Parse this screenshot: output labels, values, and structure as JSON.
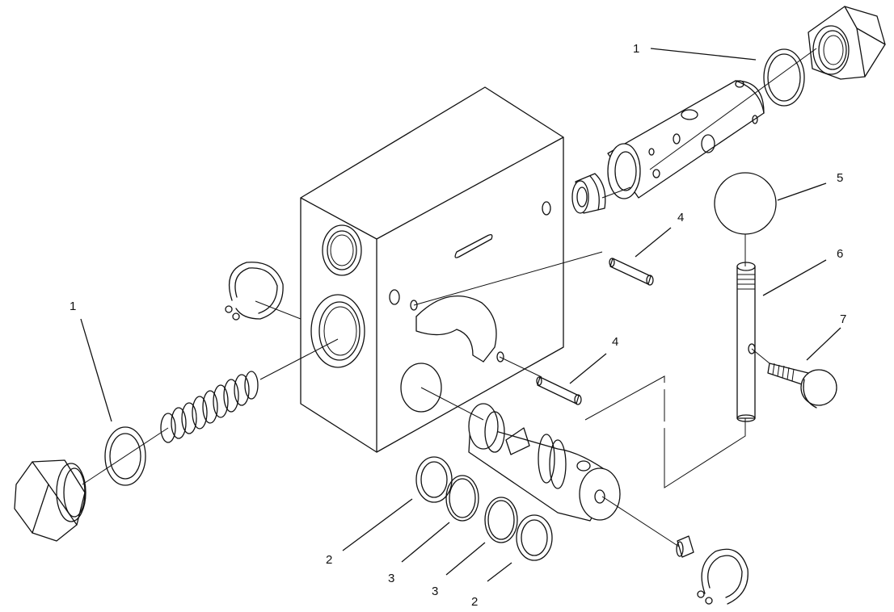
{
  "callouts": [
    {
      "id": "c1a",
      "label": "1"
    },
    {
      "id": "c1b",
      "label": "1"
    },
    {
      "id": "c2a",
      "label": "2"
    },
    {
      "id": "c2b",
      "label": "2"
    },
    {
      "id": "c3a",
      "label": "3"
    },
    {
      "id": "c3b",
      "label": "3"
    },
    {
      "id": "c4a",
      "label": "4"
    },
    {
      "id": "c4b",
      "label": "4"
    },
    {
      "id": "c5",
      "label": "5"
    },
    {
      "id": "c6",
      "label": "6"
    },
    {
      "id": "c7",
      "label": "7"
    }
  ],
  "colors": {
    "line": "#111111",
    "background": "#ffffff"
  }
}
